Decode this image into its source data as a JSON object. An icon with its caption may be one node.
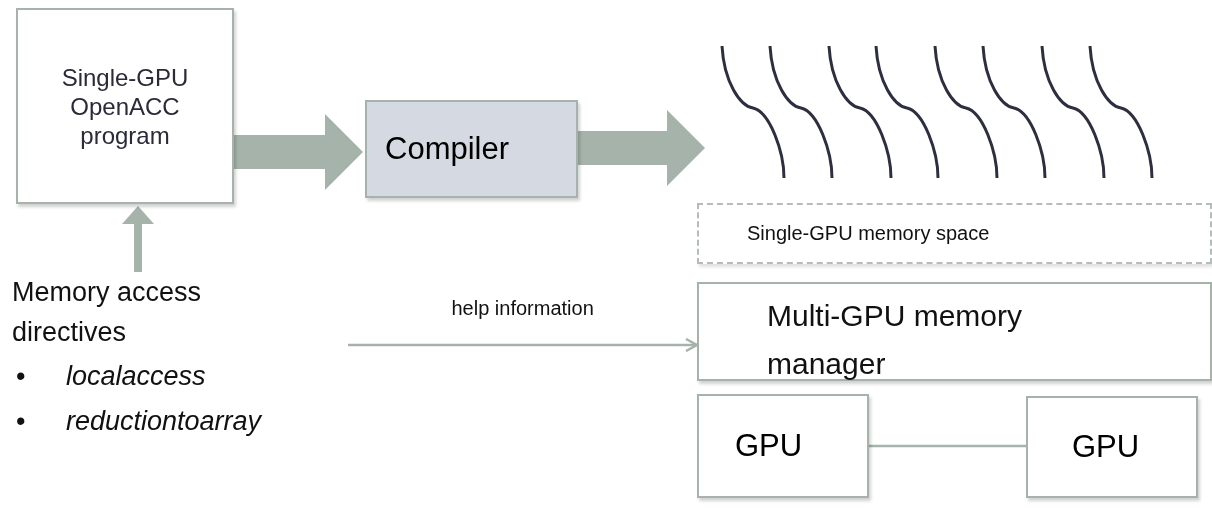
{
  "diagram": {
    "nodes": [
      {
        "text": [
          "Single-GPU OpenACC program"
        ]
      },
      {
        "text": [
          "Compiler"
        ]
      },
      {
        "text": [],
        "shape": "picture"
      },
      {
        "text": [
          "Single-GPU memory space"
        ]
      },
      {
        "text": [
          "Memory access directives",
          "•",
          "localaccess",
          "•",
          "reductiontoarray"
        ]
      },
      {
        "text": [
          "Multi-GPU memory manager"
        ]
      },
      {
        "text": [
          "GPU"
        ]
      },
      {
        "text": [
          "GPU"
        ]
      }
    ],
    "edges": [
      {
        "from": 0,
        "to": 1,
        "arrow": "to",
        "style": "thick"
      },
      {
        "from": 1,
        "to": 2,
        "arrow": "to",
        "style": "thick"
      },
      {
        "from": 4,
        "to": 0,
        "arrow": "to"
      },
      {
        "from": 4,
        "to": 5,
        "arrow": "to",
        "label": "help information"
      },
      {
        "from": 6,
        "to": 7,
        "arrow": "none"
      }
    ]
  }
}
